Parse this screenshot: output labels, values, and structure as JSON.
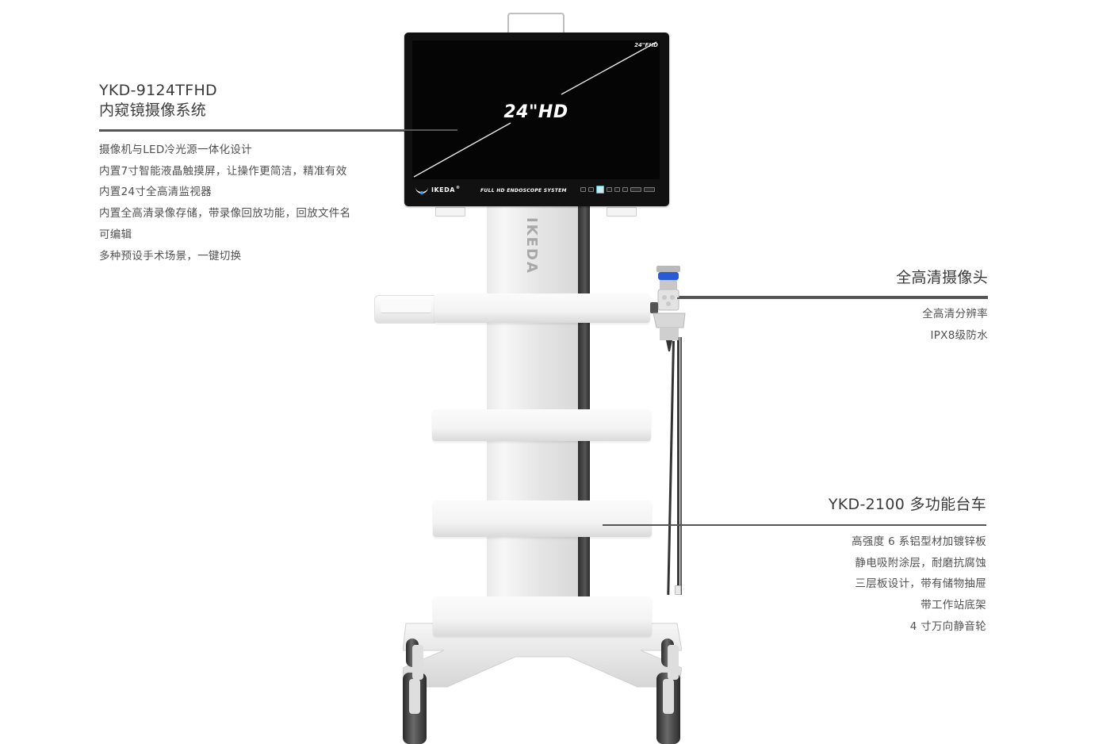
{
  "system_block": {
    "model": "YKD-9124TFHD",
    "name": "内窥镜摄像系统",
    "features": [
      "摄像机与LED冷光源一体化设计",
      "内置7寸智能液晶触摸屏，让操作更简洁，精准有效",
      "内置24寸全高清监视器",
      "内置全高清录像存储，带录像回放功能，回放文件名",
      "可编辑",
      "多种预设手术场景，一键切换"
    ]
  },
  "camera_block": {
    "title": "全高清摄像头",
    "features": [
      "全高清分辨率",
      "IPX8级防水"
    ]
  },
  "cart_block": {
    "title": "YKD-2100 多功能台车",
    "features": [
      "高强度 6 系铝型材加镀锌板",
      "静电吸附涂层，耐磨抗腐蚀",
      "三层板设计，带有储物抽屉",
      "带工作站底架",
      "4 寸万向静音轮"
    ]
  },
  "monitor": {
    "screen_label": "24\"HD",
    "corner_tag": "24\"FHD",
    "brand": "IKEDA",
    "brand_mark": "®",
    "system_label": "FULL HD ENDOSCOPE SYSTEM"
  },
  "column": {
    "brand": "IKEDA"
  },
  "colors": {
    "text": "#505050",
    "title": "#3a3a3a",
    "rule": "#555555",
    "monitor": "#111111",
    "accent_blue": "#2a5bd7"
  }
}
